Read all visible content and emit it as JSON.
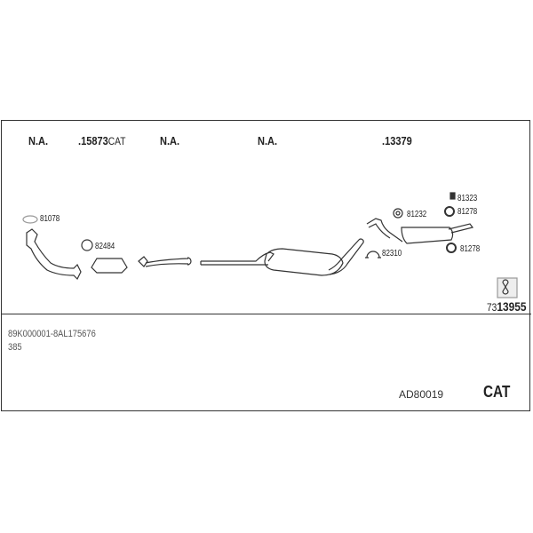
{
  "header_codes": [
    {
      "text": "N.A."
    },
    {
      "text": ".15873",
      "suffix": "CAT"
    },
    {
      "text": "N.A."
    },
    {
      "text": "N.A."
    },
    {
      "text": ".13379"
    }
  ],
  "part_labels": {
    "gasket": "81078",
    "ring_cat": "82484",
    "ring_rear": "81232",
    "clamp": "82310",
    "rubber_top": "81323",
    "ring_top": "81278",
    "ring_bottom": "81278"
  },
  "kit_number": {
    "prefix": "73",
    "main": "13955"
  },
  "vehicle_range": "89K000001-8AL175676",
  "sub_code": "385",
  "article_code": "AD80019",
  "type_label": "CAT"
}
